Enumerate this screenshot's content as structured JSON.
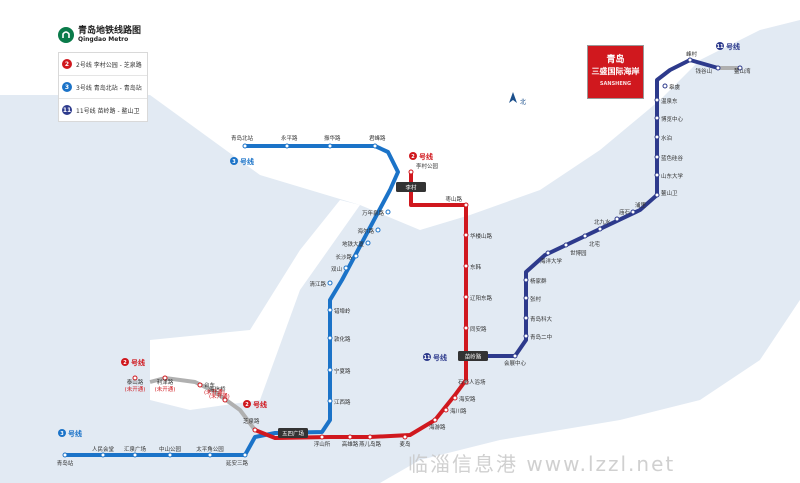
{
  "title": "青岛地铁线路图",
  "subtitle": "Qingdao Metro",
  "watermark": "临淄信息港 www.lzzl.net",
  "ad": {
    "line1": "青岛",
    "line2": "三盛国际海岸",
    "line3": "SANSHENG"
  },
  "colors": {
    "line2": "#d0181e",
    "line3": "#1b73c8",
    "line11": "#2d3a8c",
    "unopened": "#b0b0b0",
    "land": "#e2eaf3"
  },
  "legend": [
    {
      "num": "2",
      "text": "2号线 李村公园 - 芝泉路",
      "color": "#d0181e"
    },
    {
      "num": "3",
      "text": "3号线 青岛北站 - 青岛站",
      "color": "#1b73c8"
    },
    {
      "num": "11",
      "text": "11号线 苗岭路 - 鳌山卫",
      "color": "#2d3a8c"
    }
  ],
  "north_label": "北",
  "line_labels": [
    {
      "num": "2",
      "text": "号线",
      "color": "#d0181e",
      "pos": "l2a"
    },
    {
      "num": "2",
      "text": "号线",
      "color": "#d0181e",
      "pos": "l2b"
    },
    {
      "num": "2",
      "text": "号线",
      "color": "#d0181e",
      "pos": "l2c"
    },
    {
      "num": "3",
      "text": "号线",
      "color": "#1b73c8",
      "pos": "l3a"
    },
    {
      "num": "3",
      "text": "号线",
      "color": "#1b73c8",
      "pos": "l3b"
    },
    {
      "num": "11",
      "text": "号线",
      "color": "#2d3a8c",
      "pos": "l11a"
    },
    {
      "num": "11",
      "text": "号线",
      "color": "#2d3a8c",
      "pos": "l11b"
    }
  ],
  "transfer_labels": [
    {
      "text": "李村",
      "pos": "t1"
    },
    {
      "text": "苗岭路",
      "pos": "t2"
    },
    {
      "text": "五四广场",
      "pos": "t3"
    }
  ],
  "stations": {
    "line3": [
      "青岛北站",
      "永平路",
      "振华路",
      "君峰路",
      "万年泉路",
      "海尔路",
      "地铁大厦",
      "长沙路",
      "双山",
      "清江路",
      "错埠岭",
      "敦化路",
      "宁夏路",
      "江西路",
      "延安三路",
      "太平角公园",
      "中山公园",
      "汇泉广场",
      "人民会堂",
      "青岛站"
    ],
    "line2": [
      "李村公园",
      "枣山路",
      "华楼山路",
      "东韩",
      "辽阳东路",
      "同安路",
      "石老人浴场",
      "海安路",
      "海川路",
      "海游路",
      "麦岛",
      "燕儿岛路",
      "高雄路",
      "浮山所",
      "芝泉路",
      "海信桥",
      "台东",
      "利津路",
      "泰山路"
    ],
    "line2_unopened_note": "(未开通)",
    "line11": [
      "会展中心",
      "青岛二中",
      "青岛科大",
      "张村",
      "杨家群",
      "海洋大学",
      "世博园",
      "北宅",
      "北九水",
      "庙石",
      "浦里",
      "鳌山卫",
      "山东大学",
      "蓝色硅谷",
      "水泊",
      "博览中心",
      "温泉东",
      "皋虞",
      "钱谷山",
      "鳌山湾",
      "峰村"
    ]
  }
}
